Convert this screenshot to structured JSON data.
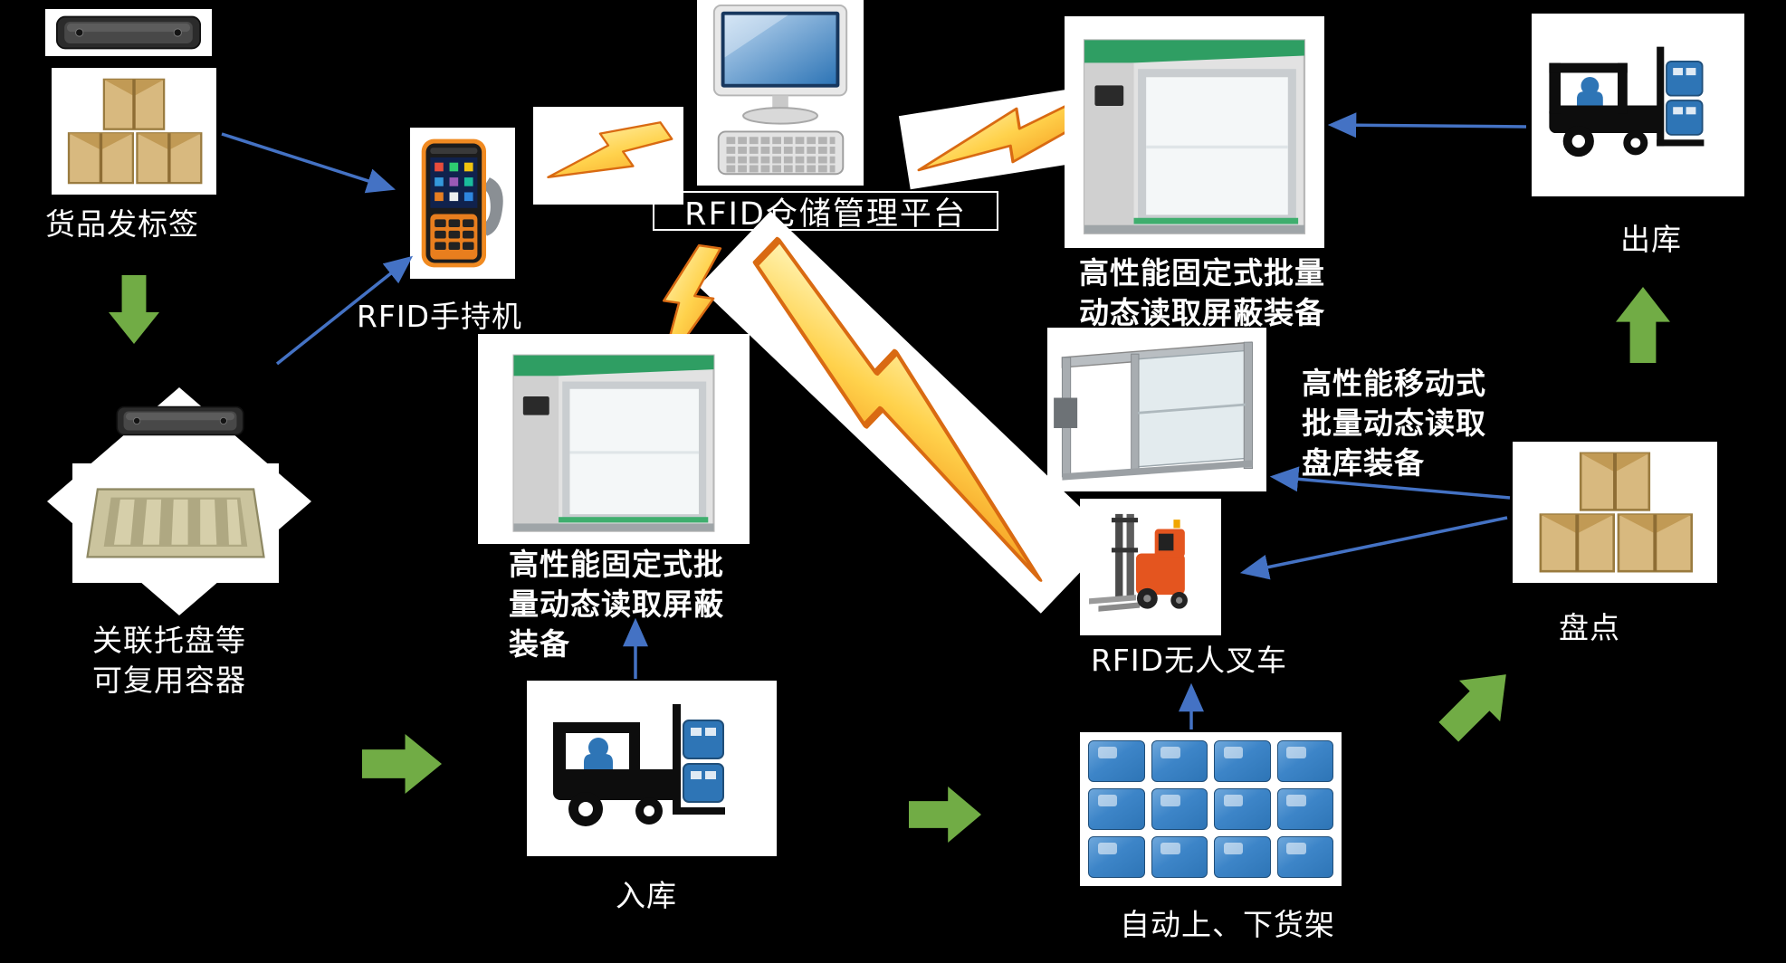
{
  "colors": {
    "background": "#000000",
    "label_text": "#FFFFFF",
    "green_arrow": "#71AC45",
    "blue_arrow": "#4472C4",
    "lightning_fill_light": "#FFF3B2",
    "lightning_fill_dark": "#F59B1E",
    "lightning_outline": "#D96A12"
  },
  "labels": {
    "goods_tag": "货品发标签",
    "handheld": "RFID手持机",
    "platform": "RFID仓储管理平台",
    "fixed_right": [
      "高性能固定式批量",
      "动态读取屏蔽装备"
    ],
    "outbound": "出库",
    "pallet": [
      "关联托盘等",
      "可复用容器"
    ],
    "fixed_center": [
      "高性能固定式批",
      "量动态读取屏蔽",
      "装备"
    ],
    "mobile": [
      "高性能移动式",
      "批量动态读取",
      "盘库装备"
    ],
    "rfid_forklift": "RFID无人叉车",
    "inbound": "入库",
    "shelving": "自动上、下货架",
    "stocktake": "盘点"
  },
  "icons": {
    "rfid_tag": "rfid-tag-icon",
    "goods_boxes": "carton-boxes-icon",
    "pallet_tray": "pallet-tray-icon",
    "handheld_reader": "rfid-handheld-icon",
    "management_computer": "desktop-computer-icon",
    "fixed_reader_gate": "reader-gate-icon",
    "mobile_reader_frame": "mobile-reader-icon",
    "forklift": "forklift-icon",
    "agv_forklift": "agv-forklift-icon",
    "shelf_racks": "shelf-racks-icon",
    "wireless_link": "lightning-bolt-icon",
    "process_flow": "green-flow-arrow-icon",
    "connector": "blue-connector-arrow-icon"
  }
}
